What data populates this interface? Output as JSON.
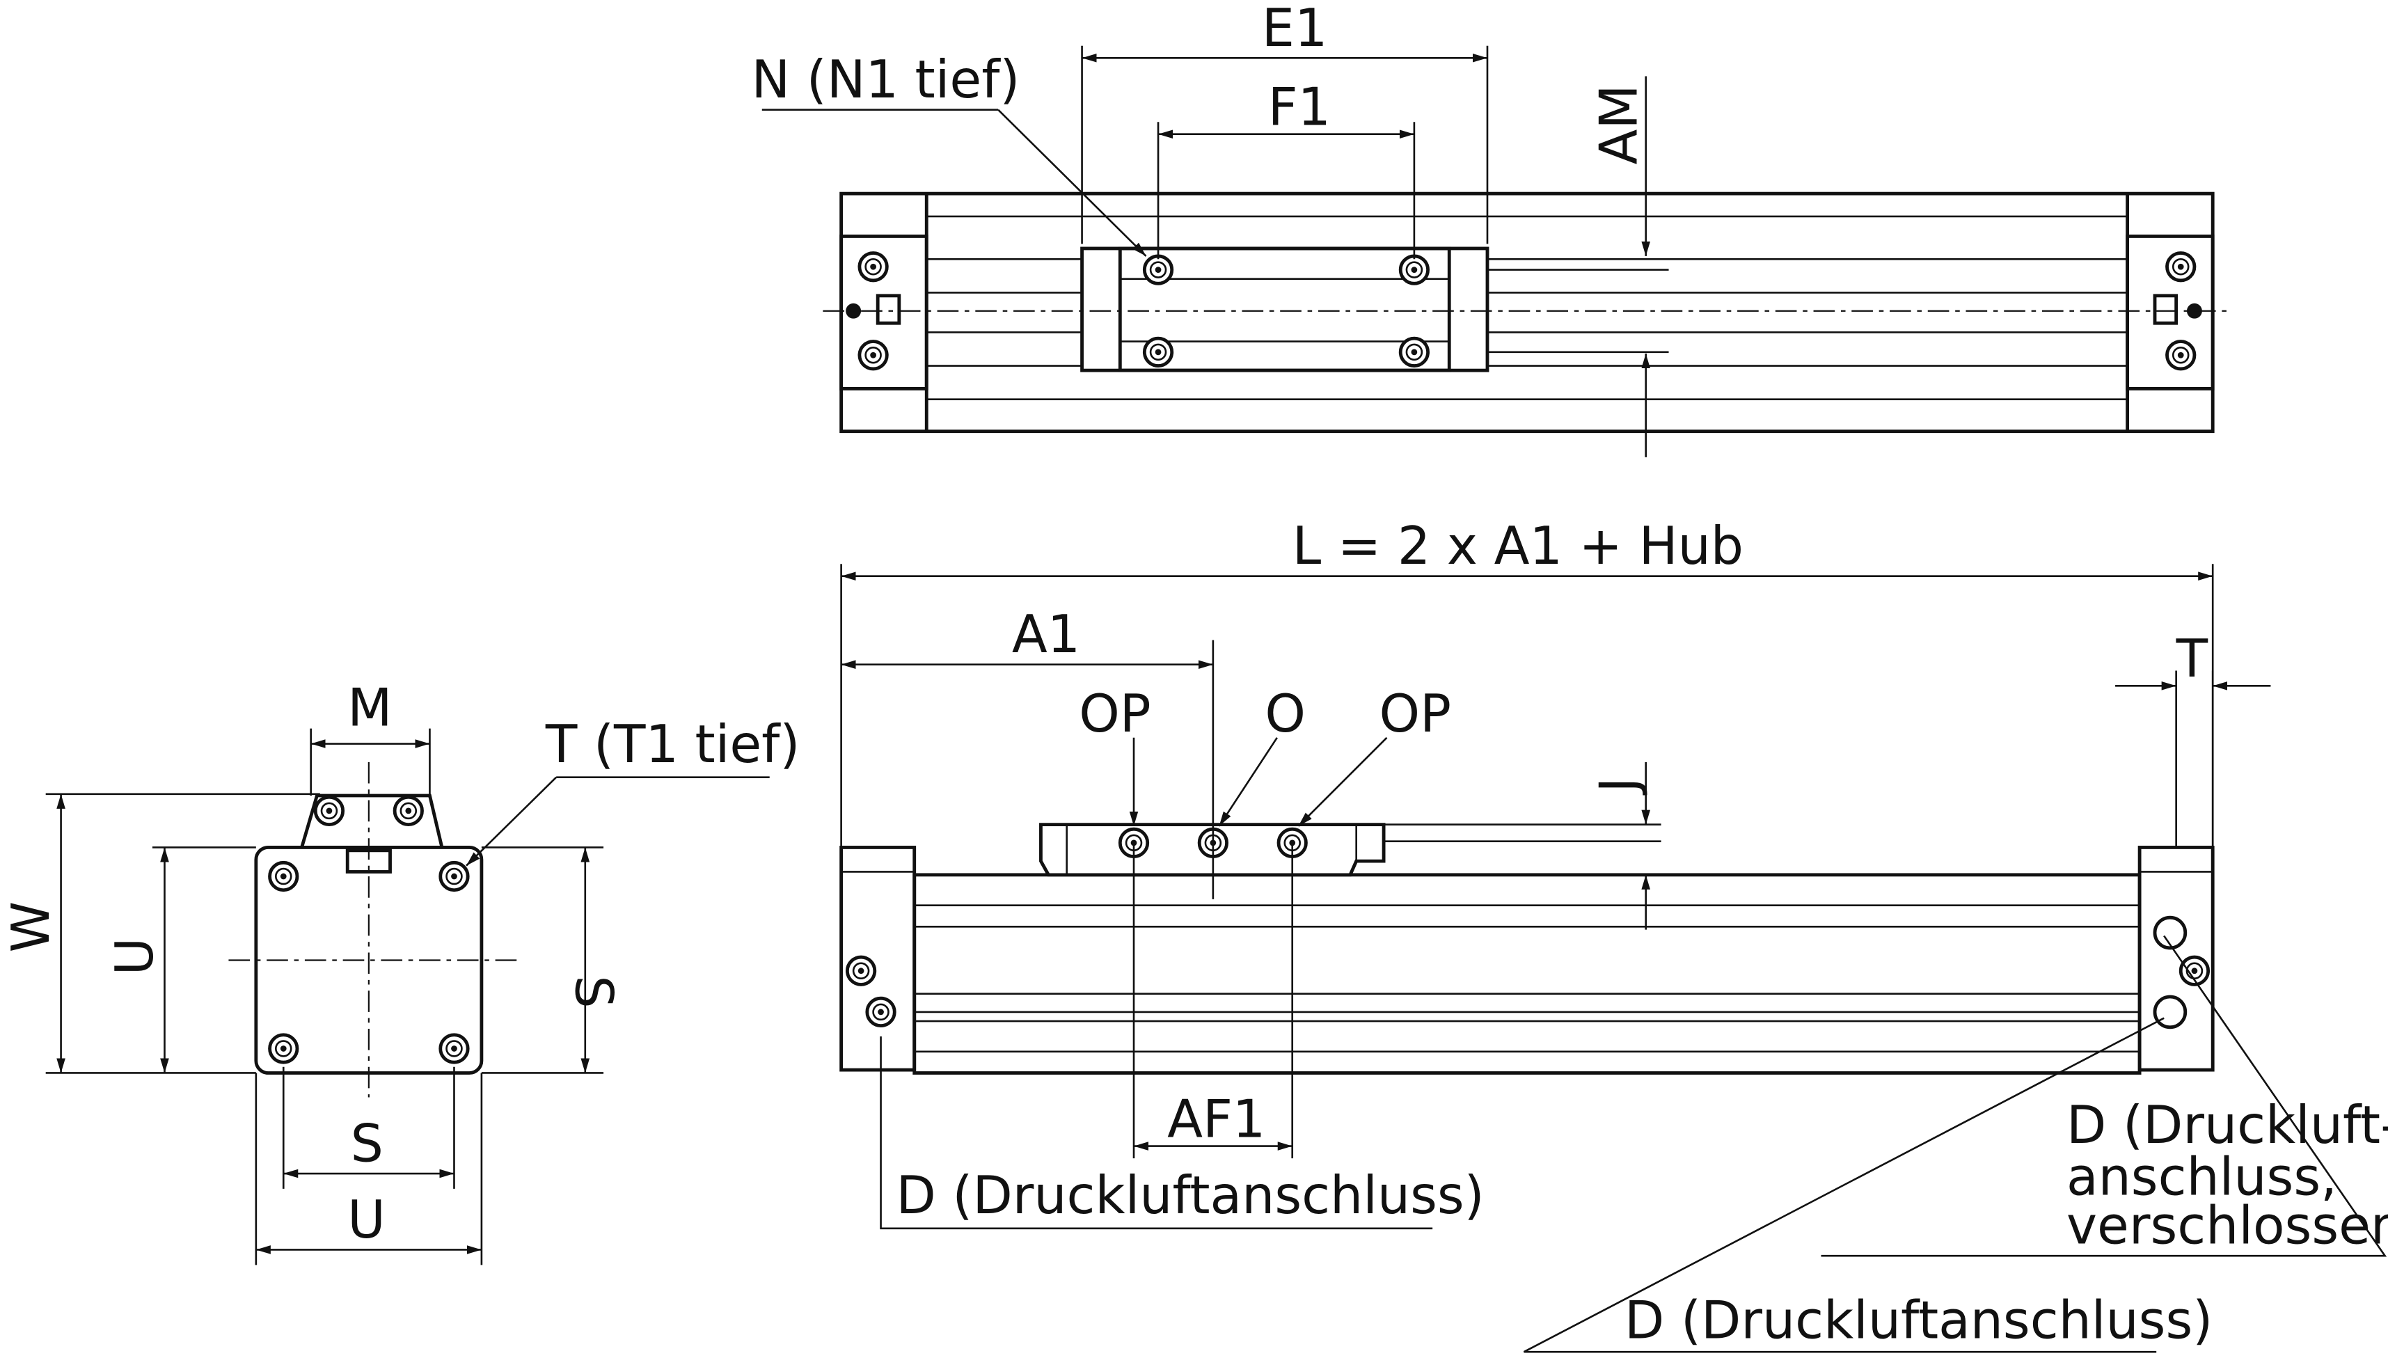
{
  "top_view": {
    "e1": "E1",
    "f1": "F1",
    "n_label": "N (N1 tief)",
    "am": "AM"
  },
  "side_view": {
    "length_formula": "L = 2 x A1 + Hub",
    "a1": "A1",
    "t": "T",
    "op_left": "OP",
    "o": "O",
    "op_right": "OP",
    "j": "J",
    "af1": "AF1",
    "d_left": "D (Druckluftanschluss)",
    "d_closed": [
      "D (Druckluft-",
      "anschluss,",
      "verschlossen)"
    ],
    "d_bottom": "D (Druckluftanschluss)"
  },
  "end_view": {
    "m": "M",
    "t_label": "T (T1 tief)",
    "w": "W",
    "u_left": "U",
    "s_right": "S",
    "s_bottom": "S",
    "u_bottom": "U"
  }
}
